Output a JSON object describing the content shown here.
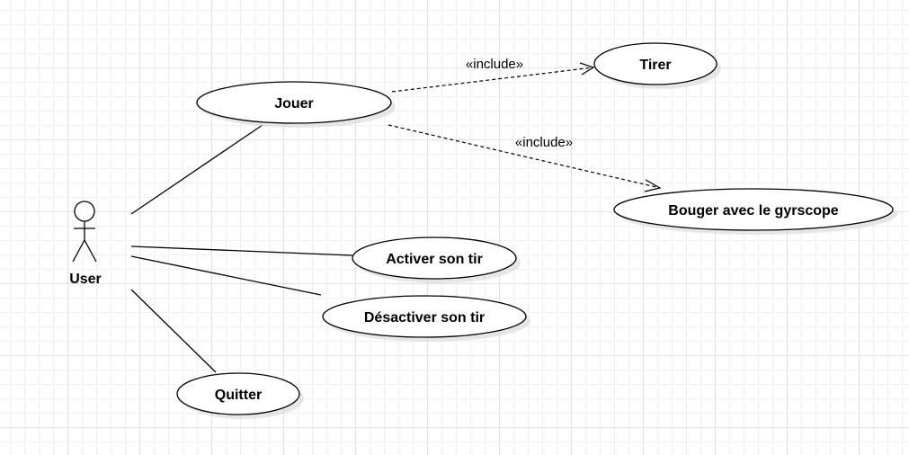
{
  "actor": {
    "label": "User"
  },
  "use_cases": {
    "jouer": "Jouer",
    "tirer": "Tirer",
    "bouger": "Bouger avec le gyrscope",
    "activer": "Activer son tir",
    "desactiver": "Désactiver son tir",
    "quitter": "Quitter"
  },
  "relations": {
    "include_tirer": "«include»",
    "include_bouger": "«include»"
  }
}
